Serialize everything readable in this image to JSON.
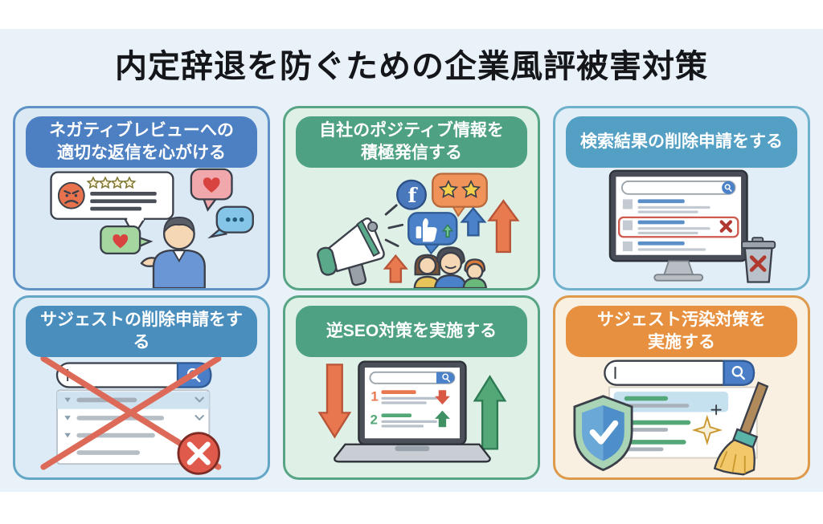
{
  "page": {
    "title": "内定辞退を防ぐための企業風評被害対策",
    "background_color": "#e9f1f9",
    "frame_color": "#ffffff",
    "title_color": "#14161a"
  },
  "cards": [
    {
      "id": "negative-review-reply",
      "title_line1": "ネガティブレビューへの",
      "title_line2": "適切な返信を心がける",
      "header_color": "#4d80c2",
      "border_color": "#5f93c6",
      "background_color": "#dbe9f5",
      "illustration": "person-replying-to-reviews",
      "icons": [
        "angry-review-bubble-icon",
        "star-rating-icon",
        "heart-bubble-icon",
        "dots-bubble-icon",
        "person-icon"
      ]
    },
    {
      "id": "positive-info-broadcast",
      "title_line1": "自社のポジティブ情報を",
      "title_line2": "積極発信する",
      "header_color": "#4fa183",
      "border_color": "#57a584",
      "background_color": "#dff0e7",
      "illustration": "megaphone-social-media",
      "facebook_glyph": "f",
      "icons": [
        "megaphone-icon",
        "facebook-icon",
        "star-bubble-icon",
        "thumbs-up-bubble-icon",
        "up-arrow-icon",
        "people-group-icon"
      ]
    },
    {
      "id": "search-result-removal",
      "title_line1": "検索結果の削除申請をする",
      "header_color": "#54a0c4",
      "border_color": "#6fb0cc",
      "background_color": "#e1eef7",
      "illustration": "monitor-search-result-delete",
      "icons": [
        "monitor-icon",
        "search-bar-icon",
        "flagged-result-icon",
        "trash-icon",
        "red-x-icon"
      ]
    },
    {
      "id": "suggest-removal",
      "title_line1": "サジェストの削除申請をする",
      "header_color": "#4a8ebd",
      "border_color": "#63a6c6",
      "background_color": "#dcebf5",
      "illustration": "suggest-list-crossed-out",
      "icons": [
        "search-box-icon",
        "suggest-list-icon",
        "big-cross-icon",
        "red-x-badge-icon"
      ]
    },
    {
      "id": "reverse-seo",
      "title_line1": "逆SEO対策を実施する",
      "header_color": "#4fa183",
      "border_color": "#57a584",
      "background_color": "#dff0e7",
      "illustration": "laptop-ranking-up-down",
      "rank1_label": "1",
      "rank2_label": "2",
      "icons": [
        "down-arrow-icon",
        "laptop-icon",
        "search-bar-icon",
        "up-arrow-icon"
      ]
    },
    {
      "id": "suggest-pollution",
      "title_line1": "サジェスト汚染対策を",
      "title_line2": "実施する",
      "header_color": "#e79140",
      "border_color": "#dc9a4a",
      "background_color": "#faf0e1",
      "illustration": "shield-clean-suggest",
      "icons": [
        "shield-check-icon",
        "search-box-icon",
        "suggest-list-icon",
        "sparkle-icon",
        "broom-icon"
      ]
    }
  ]
}
